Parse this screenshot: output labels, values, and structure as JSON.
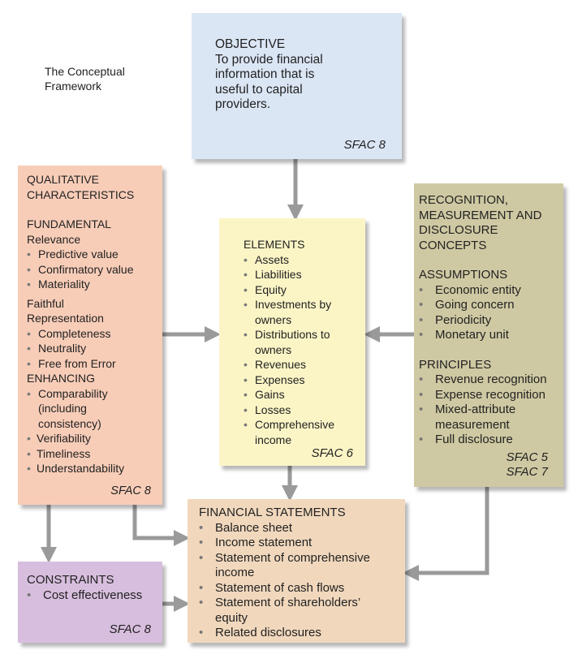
{
  "title": "The Conceptual Framework",
  "title_lines": [
    "The Conceptual",
    "Framework"
  ],
  "bullet": "•",
  "colors": {
    "objective": "#dbe6f5",
    "qualitative": "#f8cdb8",
    "elements": "#fbf5c6",
    "recognition": "#cfc9a3",
    "statements": "#f1d8bd",
    "constraints": "#d8bede",
    "arrow": "#9a9a9a"
  },
  "objective": {
    "heading": "OBJECTIVE",
    "lines": [
      "To provide financial",
      "information that is",
      "useful to capital",
      "providers."
    ],
    "source": "SFAC 8"
  },
  "qualitative": {
    "heading_lines": [
      "QUALITATIVE",
      "CHARACTERISTICS"
    ],
    "fundamental": "FUNDAMENTAL",
    "relevance": "Relevance",
    "relevance_items": [
      "Predictive value",
      "Confirmatory value",
      "Materiality"
    ],
    "faithful_lines": [
      "Faithful",
      "Representation"
    ],
    "faithful_items": [
      "Completeness",
      "Neutrality",
      "Free from Error"
    ],
    "enhancing": "ENHANCING",
    "enhancing_items": [
      {
        "lines": [
          "Comparability",
          "(including",
          "consistency)"
        ]
      },
      {
        "lines": [
          "Verifiability"
        ]
      },
      {
        "lines": [
          "Timeliness"
        ]
      },
      {
        "lines": [
          "Understandability"
        ]
      }
    ],
    "source": "SFAC 8"
  },
  "elements": {
    "heading": "ELEMENTS",
    "items": [
      {
        "lines": [
          "Assets"
        ]
      },
      {
        "lines": [
          "Liabilities"
        ]
      },
      {
        "lines": [
          "Equity"
        ]
      },
      {
        "lines": [
          "Investments by",
          "owners"
        ]
      },
      {
        "lines": [
          "Distributions to",
          "owners"
        ]
      },
      {
        "lines": [
          "Revenues"
        ]
      },
      {
        "lines": [
          "Expenses"
        ]
      },
      {
        "lines": [
          "Gains"
        ]
      },
      {
        "lines": [
          "Losses"
        ]
      },
      {
        "lines": [
          "Comprehensive",
          "income"
        ]
      }
    ],
    "source": "SFAC 6"
  },
  "recognition": {
    "heading_lines": [
      "RECOGNITION,",
      "MEASUREMENT AND",
      "DISCLOSURE",
      "CONCEPTS"
    ],
    "assumptions": "ASSUMPTIONS",
    "assumption_items": [
      "Economic entity",
      "Going concern",
      "Periodicity",
      "Monetary unit"
    ],
    "principles": "PRINCIPLES",
    "principle_items": [
      {
        "lines": [
          "Revenue recognition"
        ]
      },
      {
        "lines": [
          "Expense recognition"
        ]
      },
      {
        "lines": [
          "Mixed-attribute",
          "measurement"
        ]
      },
      {
        "lines": [
          "Full disclosure"
        ]
      }
    ],
    "sources": [
      "SFAC 5",
      "SFAC 7"
    ]
  },
  "statements": {
    "heading": "FINANCIAL STATEMENTS",
    "items": [
      {
        "lines": [
          "Balance sheet"
        ]
      },
      {
        "lines": [
          "Income statement"
        ]
      },
      {
        "lines": [
          "Statement of comprehensive",
          "income"
        ]
      },
      {
        "lines": [
          "Statement of cash flows"
        ]
      },
      {
        "lines": [
          "Statement of shareholders’",
          "equity"
        ]
      },
      {
        "lines": [
          "Related disclosures"
        ]
      }
    ]
  },
  "constraints": {
    "heading": "CONSTRAINTS",
    "items": [
      "Cost effectiveness"
    ],
    "source": "SFAC 8"
  }
}
